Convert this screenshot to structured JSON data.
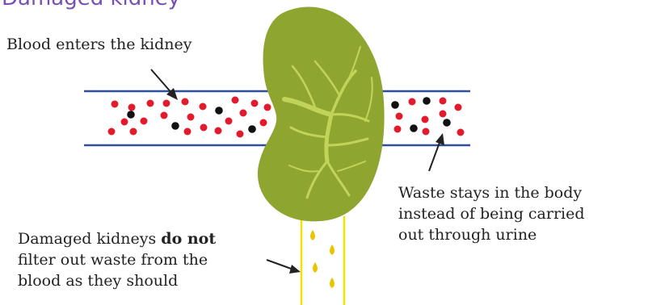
{
  "title": "Damaged kidney",
  "labels": {
    "blood_enters": "Blood enters the kidney",
    "waste_stays": [
      "Waste stays in the body",
      "instead of being carried",
      "out through urine"
    ],
    "damaged_prefix": "Damaged kidneys ",
    "damaged_bold": "do not",
    "damaged_rest": [
      "filter out waste from the",
      "blood as they should"
    ]
  },
  "colors": {
    "title": "#7a4fb3",
    "kidney": "#8ea52f",
    "vein": "#c2d35a",
    "vessel": "#2f4f9a",
    "red_cell": "#e11b2b",
    "waste_cell": "#111111",
    "urine_tube": "#f2e200",
    "drop": "#e8c500"
  }
}
